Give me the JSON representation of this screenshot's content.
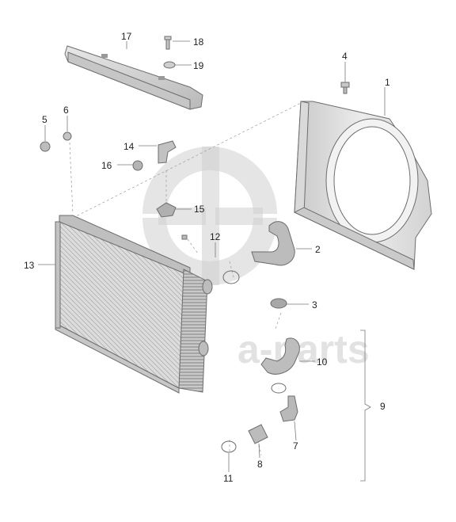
{
  "watermark": {
    "text": "a-parts"
  },
  "callouts": {
    "c1": "1",
    "c2": "2",
    "c3": "3",
    "c4": "4",
    "c5": "5",
    "c6": "6",
    "c7": "7",
    "c8": "8",
    "c9": "9",
    "c10": "10",
    "c11": "11",
    "c12": "12",
    "c13": "13",
    "c14": "14",
    "c15": "15",
    "c16": "16",
    "c17": "17",
    "c18": "18",
    "c19": "19"
  }
}
